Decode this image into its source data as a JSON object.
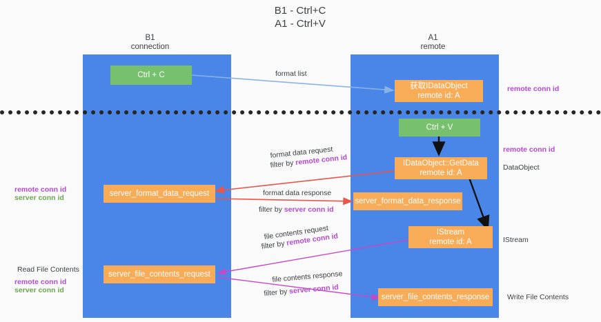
{
  "title": "B1 - Ctrl+C\nA1 - Ctrl+V",
  "lanes": [
    {
      "id": "b1",
      "head": "B1\nconnection"
    },
    {
      "id": "a1",
      "head": "A1\nremote"
    }
  ],
  "boxes": {
    "ctrl_c": {
      "line1": "Ctrl + C",
      "line2": "",
      "color": "#77c06d"
    },
    "get_idataobject": {
      "line1": "获取IDataObject",
      "line2": "remote id: A",
      "color": "#f9ac58"
    },
    "ctrl_v": {
      "line1": "Ctrl + V",
      "line2": "",
      "color": "#77c06d"
    },
    "getdata": {
      "line1": "IDataObject::GetData",
      "line2": "remote id: A",
      "color": "#f9ac58"
    },
    "fmt_req": {
      "line1": "server_format_data_request",
      "line2": "",
      "color": "#f9ac58"
    },
    "fmt_resp": {
      "line1": "server_format_data_response",
      "line2": "",
      "color": "#f9ac58"
    },
    "istream": {
      "line1": "IStream",
      "line2": "remote id: A",
      "color": "#f9ac58"
    },
    "file_req": {
      "line1": "server_file_contents_request",
      "line2": "",
      "color": "#f9ac58"
    },
    "file_resp": {
      "line1": "server_file_contents_response",
      "line2": "",
      "color": "#f9ac58"
    }
  },
  "edge_labels": {
    "format_list": "format list",
    "fmt_req_l1": "format data request",
    "fmt_req_filter": "filter by ",
    "fmt_req_key": "remote conn id",
    "fmt_resp_l1": "format data response",
    "fmt_resp_filter": "filter by ",
    "fmt_resp_key": "server conn id",
    "file_req_l1": "file contents request",
    "file_req_filter": "filter by ",
    "file_req_key": "remote conn id",
    "file_resp_l1": "file contents response",
    "file_resp_filter": "filter by ",
    "file_resp_key": "server conn id"
  },
  "side_labels": {
    "left_mid_remote": "remote conn id",
    "left_mid_server": "server conn id",
    "left_read": "Read File Contents",
    "left_bot_remote": "remote conn id",
    "left_bot_server": "server conn id",
    "right_top_remote": "remote conn id",
    "right_mid_remote": "remote conn id",
    "right_dataobject": "DataObject",
    "right_istream": "IStream",
    "right_write": "Write File Contents"
  },
  "colors": {
    "lane": "#4a86e8",
    "orange": "#f9ac58",
    "green": "#77c06d",
    "purple": "#b44ad0",
    "green_text": "#6aa84f",
    "red_arrow": "#e8554a",
    "magenta_arrow": "#c martin",
    "blue_arrow": "#8ab4e8",
    "black": "#1a1a1a",
    "background": "#fafafa"
  }
}
